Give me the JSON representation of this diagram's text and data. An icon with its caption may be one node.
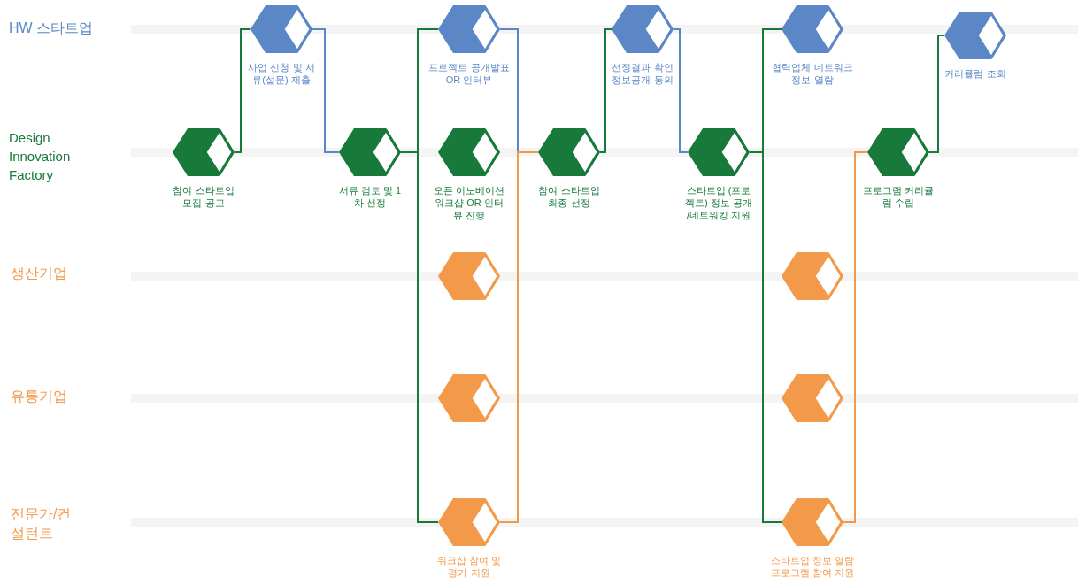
{
  "diagram": {
    "nodes": [
      {
        "text": [],
        "shape": "hexagon",
        "beside": [
          "참여 스타트업 모집 공고"
        ]
      },
      {
        "text": [],
        "shape": "hexagon",
        "beside": [
          "사업 신청 및 서류(설문) 제출"
        ]
      },
      {
        "text": [],
        "shape": "hexagon",
        "beside": [
          "서류 검토 및 1차 선정"
        ]
      },
      {
        "text": [],
        "shape": "hexagon",
        "beside": [
          "프로젝트 공개발표 OR 인터뷰"
        ]
      },
      {
        "text": [],
        "shape": "hexagon",
        "beside": [
          "오픈 이노베이션 워크샵 OR 인터뷰 진행"
        ]
      },
      {
        "text": [],
        "shape": "hexagon"
      },
      {
        "text": [],
        "shape": "hexagon"
      },
      {
        "text": [],
        "shape": "hexagon",
        "beside": [
          "워크샵 참여 및 평가 지원"
        ]
      },
      {
        "text": [],
        "shape": "hexagon",
        "beside": [
          "참여 스타트업 최종 선정"
        ]
      },
      {
        "text": [],
        "shape": "hexagon",
        "beside": [
          "선정결과 확인 정보공개 동의"
        ]
      },
      {
        "text": [],
        "shape": "hexagon",
        "beside": [
          "스타트업 (프로젝트) 정보 공개 /네트워킹 지원"
        ]
      },
      {
        "text": [],
        "shape": "hexagon",
        "beside": [
          "협력업체 네트워크 정보 열람"
        ]
      },
      {
        "text": [],
        "shape": "hexagon"
      },
      {
        "text": [],
        "shape": "hexagon"
      },
      {
        "text": [],
        "shape": "hexagon",
        "beside": [
          "스타트업 정보 열람 프로그램 참여 지원"
        ]
      },
      {
        "text": [],
        "shape": "hexagon",
        "beside": [
          "프로그램 커리큘럼 수립"
        ]
      },
      {
        "text": [],
        "shape": "hexagon",
        "beside": [
          "커리큘럼 조회"
        ]
      }
    ],
    "edges": [
      {
        "from": 0,
        "to": 1,
        "arrow": "none"
      },
      {
        "from": 1,
        "to": 2,
        "arrow": "none",
        "color": "#5b87c6"
      },
      {
        "from": 2,
        "to": 3,
        "arrow": "none"
      },
      {
        "from": 2,
        "to": 7,
        "arrow": "none"
      },
      {
        "from": 3,
        "to": 8,
        "arrow": "none",
        "color": "#5b87c6"
      },
      {
        "from": 7,
        "to": 8,
        "arrow": "none",
        "color": "#f39a4a"
      },
      {
        "from": 8,
        "to": 9,
        "arrow": "none"
      },
      {
        "from": 9,
        "to": 10,
        "arrow": "none",
        "color": "#5b87c6"
      },
      {
        "from": 10,
        "to": 11,
        "arrow": "none"
      },
      {
        "from": 10,
        "to": 14,
        "arrow": "none"
      },
      {
        "from": 14,
        "to": 15,
        "arrow": "none",
        "color": "#f39a4a"
      },
      {
        "from": 15,
        "to": 16,
        "arrow": "none"
      }
    ],
    "labels": [
      "HW 스타트업",
      "Design Innovation Factory",
      "생산기업",
      "유통기업",
      "전문가/컨설턴트"
    ]
  }
}
